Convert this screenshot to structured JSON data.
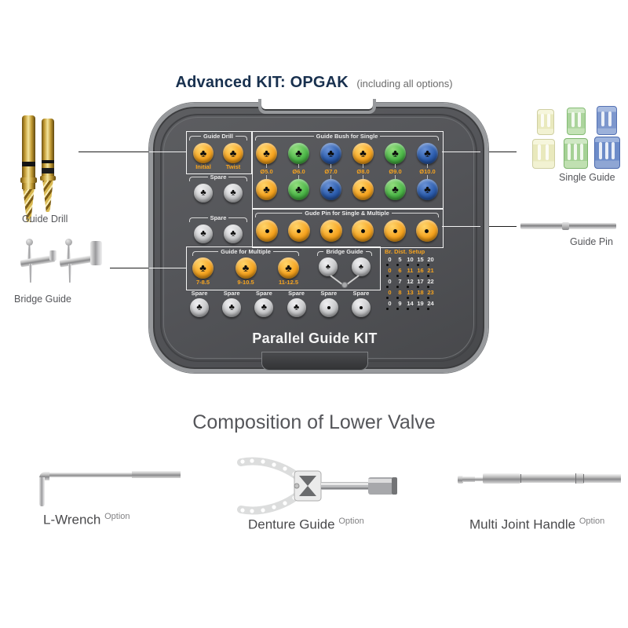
{
  "title": {
    "main": "Advanced KIT: OPGAK",
    "subtitle": "(including all options)"
  },
  "kit": {
    "name": "Parallel Guide KIT",
    "guide_drill": {
      "label": "Guide Drill",
      "items": [
        "Initial",
        "Twist"
      ]
    },
    "spare_groups": [
      "Spare",
      "Spare"
    ],
    "guide_bush": {
      "label": "Guide Bush for Single",
      "diameters": [
        "Ø5.0",
        "Ø6.0",
        "Ø7.0",
        "Ø8.0",
        "Ø9.0",
        "Ø10.0"
      ]
    },
    "guide_pin": {
      "label": "Gude Pin for Single & Multiple"
    },
    "guide_multiple": {
      "label": "Guide for Multiple",
      "ranges": [
        "7-8.5",
        "9-10.5",
        "11-12.5"
      ]
    },
    "bridge_guide": {
      "label": "Bridge Guide"
    },
    "setup_table": {
      "header": "Br. Dist. Setup",
      "rows": [
        [
          "0",
          "5",
          "10",
          "15",
          "20"
        ],
        [
          "0",
          "6",
          "11",
          "16",
          "21"
        ],
        [
          "0",
          "7",
          "12",
          "17",
          "22"
        ],
        [
          "0",
          "8",
          "13",
          "18",
          "23"
        ],
        [
          "0",
          "9",
          "14",
          "19",
          "24"
        ]
      ]
    },
    "spare_bottom": [
      "Spare",
      "Spare",
      "Spare",
      "Spare",
      "Spare",
      "Spare"
    ]
  },
  "side": {
    "guide_drill": "Guide Drill",
    "bridge_guide": "Bridge Guide",
    "single_guide": "Single Guide",
    "guide_pin": "Guide Pin"
  },
  "lower": {
    "heading": "Composition of Lower Valve",
    "items": [
      {
        "name": "L-Wrench",
        "tag": "Option"
      },
      {
        "name": "Denture Guide",
        "tag": "Option"
      },
      {
        "name": "Multi Joint Handle",
        "tag": "Option"
      }
    ]
  },
  "icons": {
    "club": "♣"
  },
  "colors": {
    "orange": "#F7A41F",
    "green": "#4CB748",
    "blue": "#2B5CAD",
    "well_gray": "#C6C7C9",
    "case_gray": "#545559",
    "title_navy": "#18304E"
  }
}
